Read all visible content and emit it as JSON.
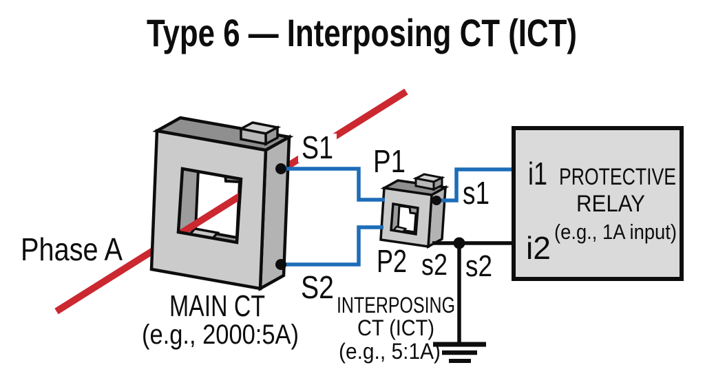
{
  "title": "Type 6 — Interposing CT (ICT)",
  "colors": {
    "conductor_red": "#cb2830",
    "wire_blue": "#1d6db8",
    "relay_fill": "#dadada",
    "ct_front": "#cbcbcb",
    "ct_top": "#8f8f8f",
    "ct_side": "#b3b3b3",
    "ct_inner_wall": "#9c9c9c",
    "outline": "#0d0d0d"
  },
  "phase": {
    "label": "Phase A"
  },
  "main_ct": {
    "label": "MAIN CT",
    "ratio": "(e.g., 2000:5A)",
    "terminal_s1": "S1",
    "terminal_s2": "S2"
  },
  "interposing_ct": {
    "label_line1": "INTERPOSING",
    "label_line2": "CT (ICT)",
    "ratio": "(e.g., 5:1A)",
    "terminal_p1": "P1",
    "terminal_p2": "P2",
    "terminal_s1": "s1",
    "terminal_s2": "s2",
    "terminal_s2_ground": "s2"
  },
  "relay": {
    "name_line1": "PROTECTIVE",
    "name_line2": "RELAY",
    "rating": "(e.g., 1A input)",
    "terminal_i1": "i1",
    "terminal_i2": "i2"
  }
}
